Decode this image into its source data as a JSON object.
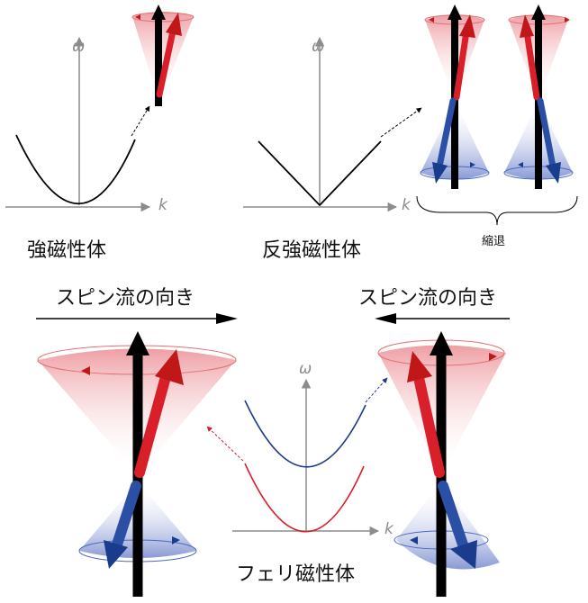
{
  "labels": {
    "ferromagnet": "強磁性体",
    "antiferromagnet": "反強磁性体",
    "ferrimagnet": "フェリ磁性体",
    "degenerate": "縮退",
    "spin_current_left": "スピン流の向き",
    "spin_current_right": "スピン流の向き"
  },
  "axes": {
    "omega": "ω",
    "k": "k"
  },
  "colors": {
    "red": "#d9202a",
    "blue": "#2c4fa6",
    "navy": "#1a3c8c",
    "axis": "#8c8c8c",
    "black": "#000000"
  }
}
